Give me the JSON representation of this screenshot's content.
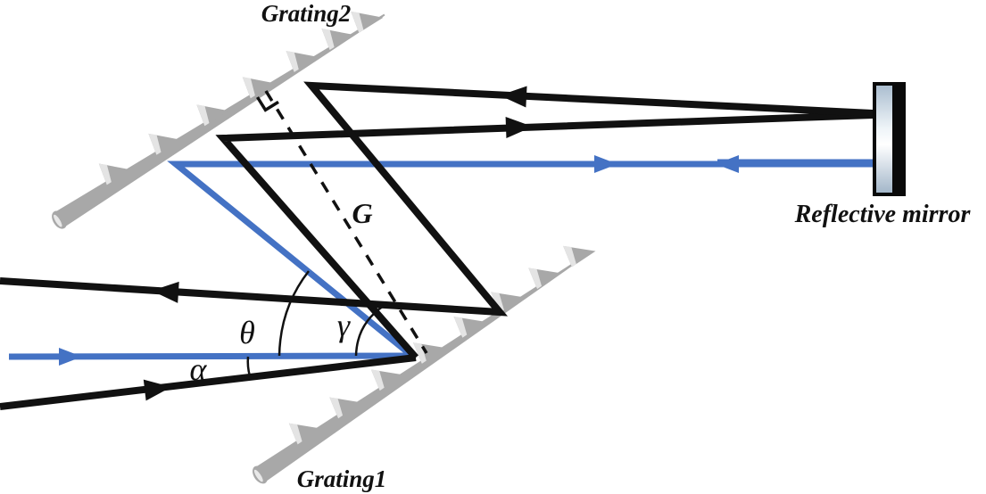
{
  "labels": {
    "grating2": "Grating2",
    "grating1": "Grating1",
    "reflective_mirror": "Reflective mirror",
    "grating_separation": "G",
    "angle_theta": "θ",
    "angle_gamma": "γ",
    "angle_alpha": "α"
  },
  "colors": {
    "beam_blue": "#4472C4",
    "beam_black": "#111111",
    "grating_gray": "#A8A8A8",
    "mirror_glass_light": "#AABDCF",
    "background": "#FFFFFF"
  }
}
